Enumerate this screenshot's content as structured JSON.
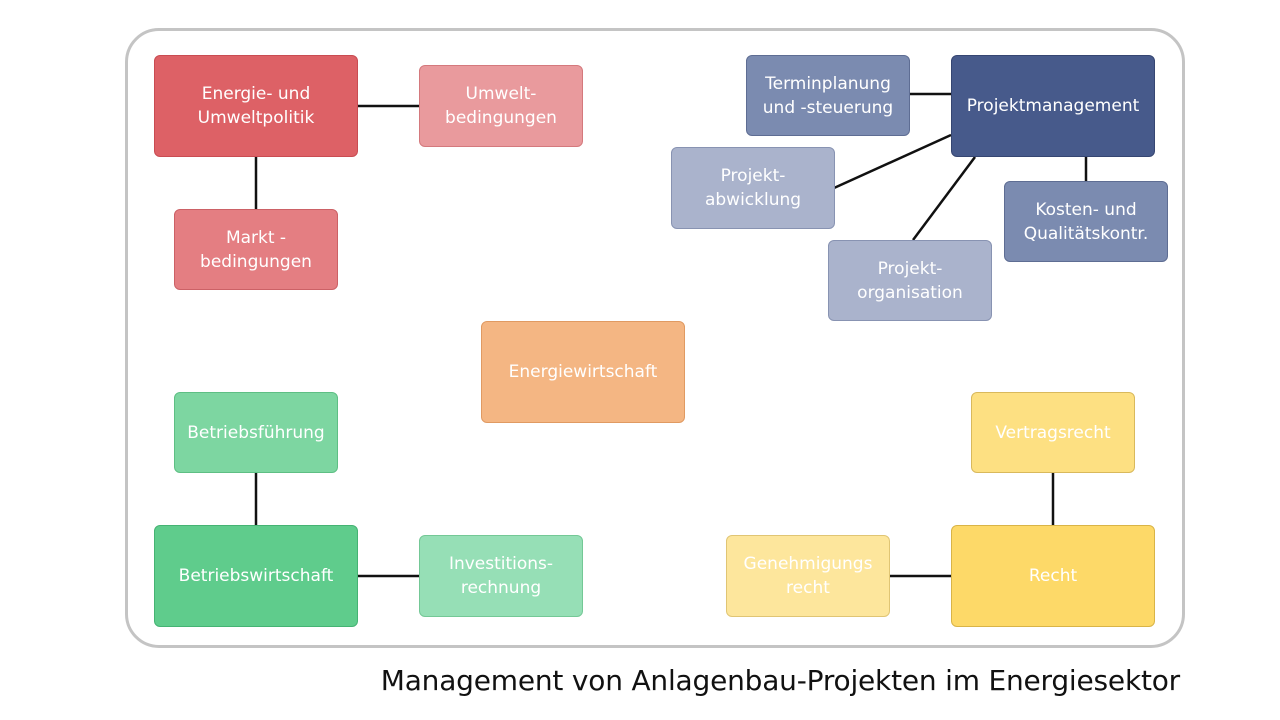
{
  "caption": "Management von Anlagenbau-Projekten im Energiesektor",
  "colors": {
    "red_dark": "#dd6166",
    "red_light": "#e99a9d",
    "red_mid": "#e47e82",
    "blue_dark": "#475a8b",
    "blue_mid": "#7b8bb0",
    "blue_light": "#aab3cc",
    "orange": "#f4b683",
    "green_light": "#7dd6a1",
    "green_dark": "#5fcc8c",
    "green_pale": "#96dfb6",
    "yellow_light": "#fde082",
    "yellow_dark": "#fdd968",
    "yellow_pale": "#fde69c"
  },
  "nodes": {
    "energiepolitik": "Energie- und\nUmweltpolitik",
    "umweltbedingungen": "Umwelt-\nbedingungen",
    "marktbedingungen": "Markt -\nbedingungen",
    "terminplanung": "Terminplanung\nund -steuerung",
    "projektmanagement": "Projektmanagement",
    "projektabwicklung": "Projekt-\nabwicklung",
    "kosten": "Kosten- und\nQualitätskontr.",
    "projektorganisation": "Projekt-\norganisation",
    "energiewirtschaft": "Energiewirtschaft",
    "betriebsfuehrung": "Betriebsführung",
    "betriebswirtschaft": "Betriebswirtschaft",
    "investitionsrechnung": "Investitions-\nrechnung",
    "vertragsrecht": "Vertragsrecht",
    "genehmigungsrecht": "Genehmigungs\nrecht",
    "recht": "Recht"
  }
}
